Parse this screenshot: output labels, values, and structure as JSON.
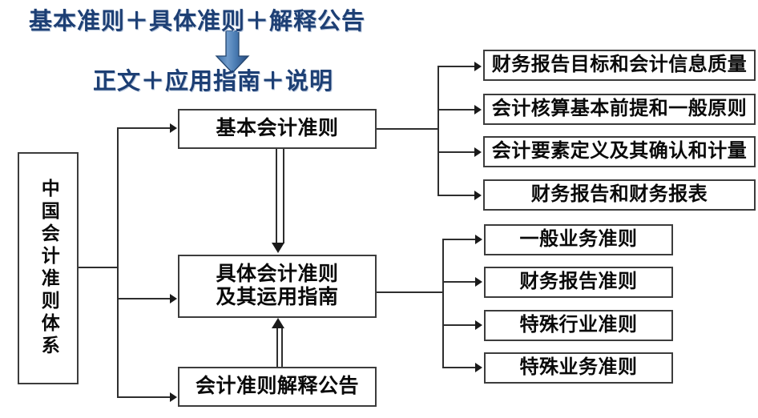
{
  "diagram": {
    "title_lines": [
      "基本准则＋具体准则＋解释公告",
      "正文＋应用指南＋说明"
    ],
    "headline_color": "#1d3f74",
    "arrow_color": "#3f6ea8",
    "box_border_color": "#3c3c3c",
    "root": {
      "label": "中国会计准则体系"
    },
    "center_nodes": [
      {
        "id": "basic",
        "label": "基本会计准则"
      },
      {
        "id": "specific",
        "label_line1": "具体会计准则",
        "label_line2": "及其运用指南"
      },
      {
        "id": "interp",
        "label": "会计准则解释公告"
      }
    ],
    "basic_children": [
      "财务报告目标和会计信息质量",
      "会计核算基本前提和一般原则",
      "会计要素定义及其确认和计量",
      "财务报告和财务报表"
    ],
    "specific_children": [
      "一般业务准则",
      "财务报告准则",
      "特殊行业准则",
      "特殊业务准则"
    ]
  }
}
